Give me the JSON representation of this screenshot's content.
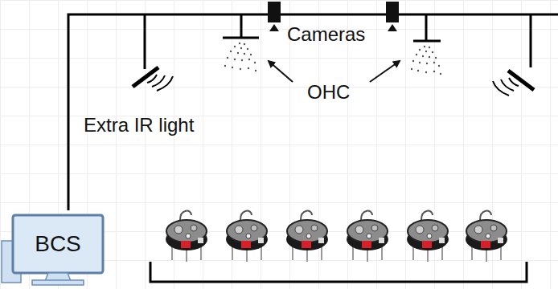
{
  "diagram": {
    "nodes": [
      {
        "text": [
          "BCS"
        ]
      }
    ],
    "labels": [
      "Cameras",
      "OHC",
      "Extra IR light"
    ]
  }
}
